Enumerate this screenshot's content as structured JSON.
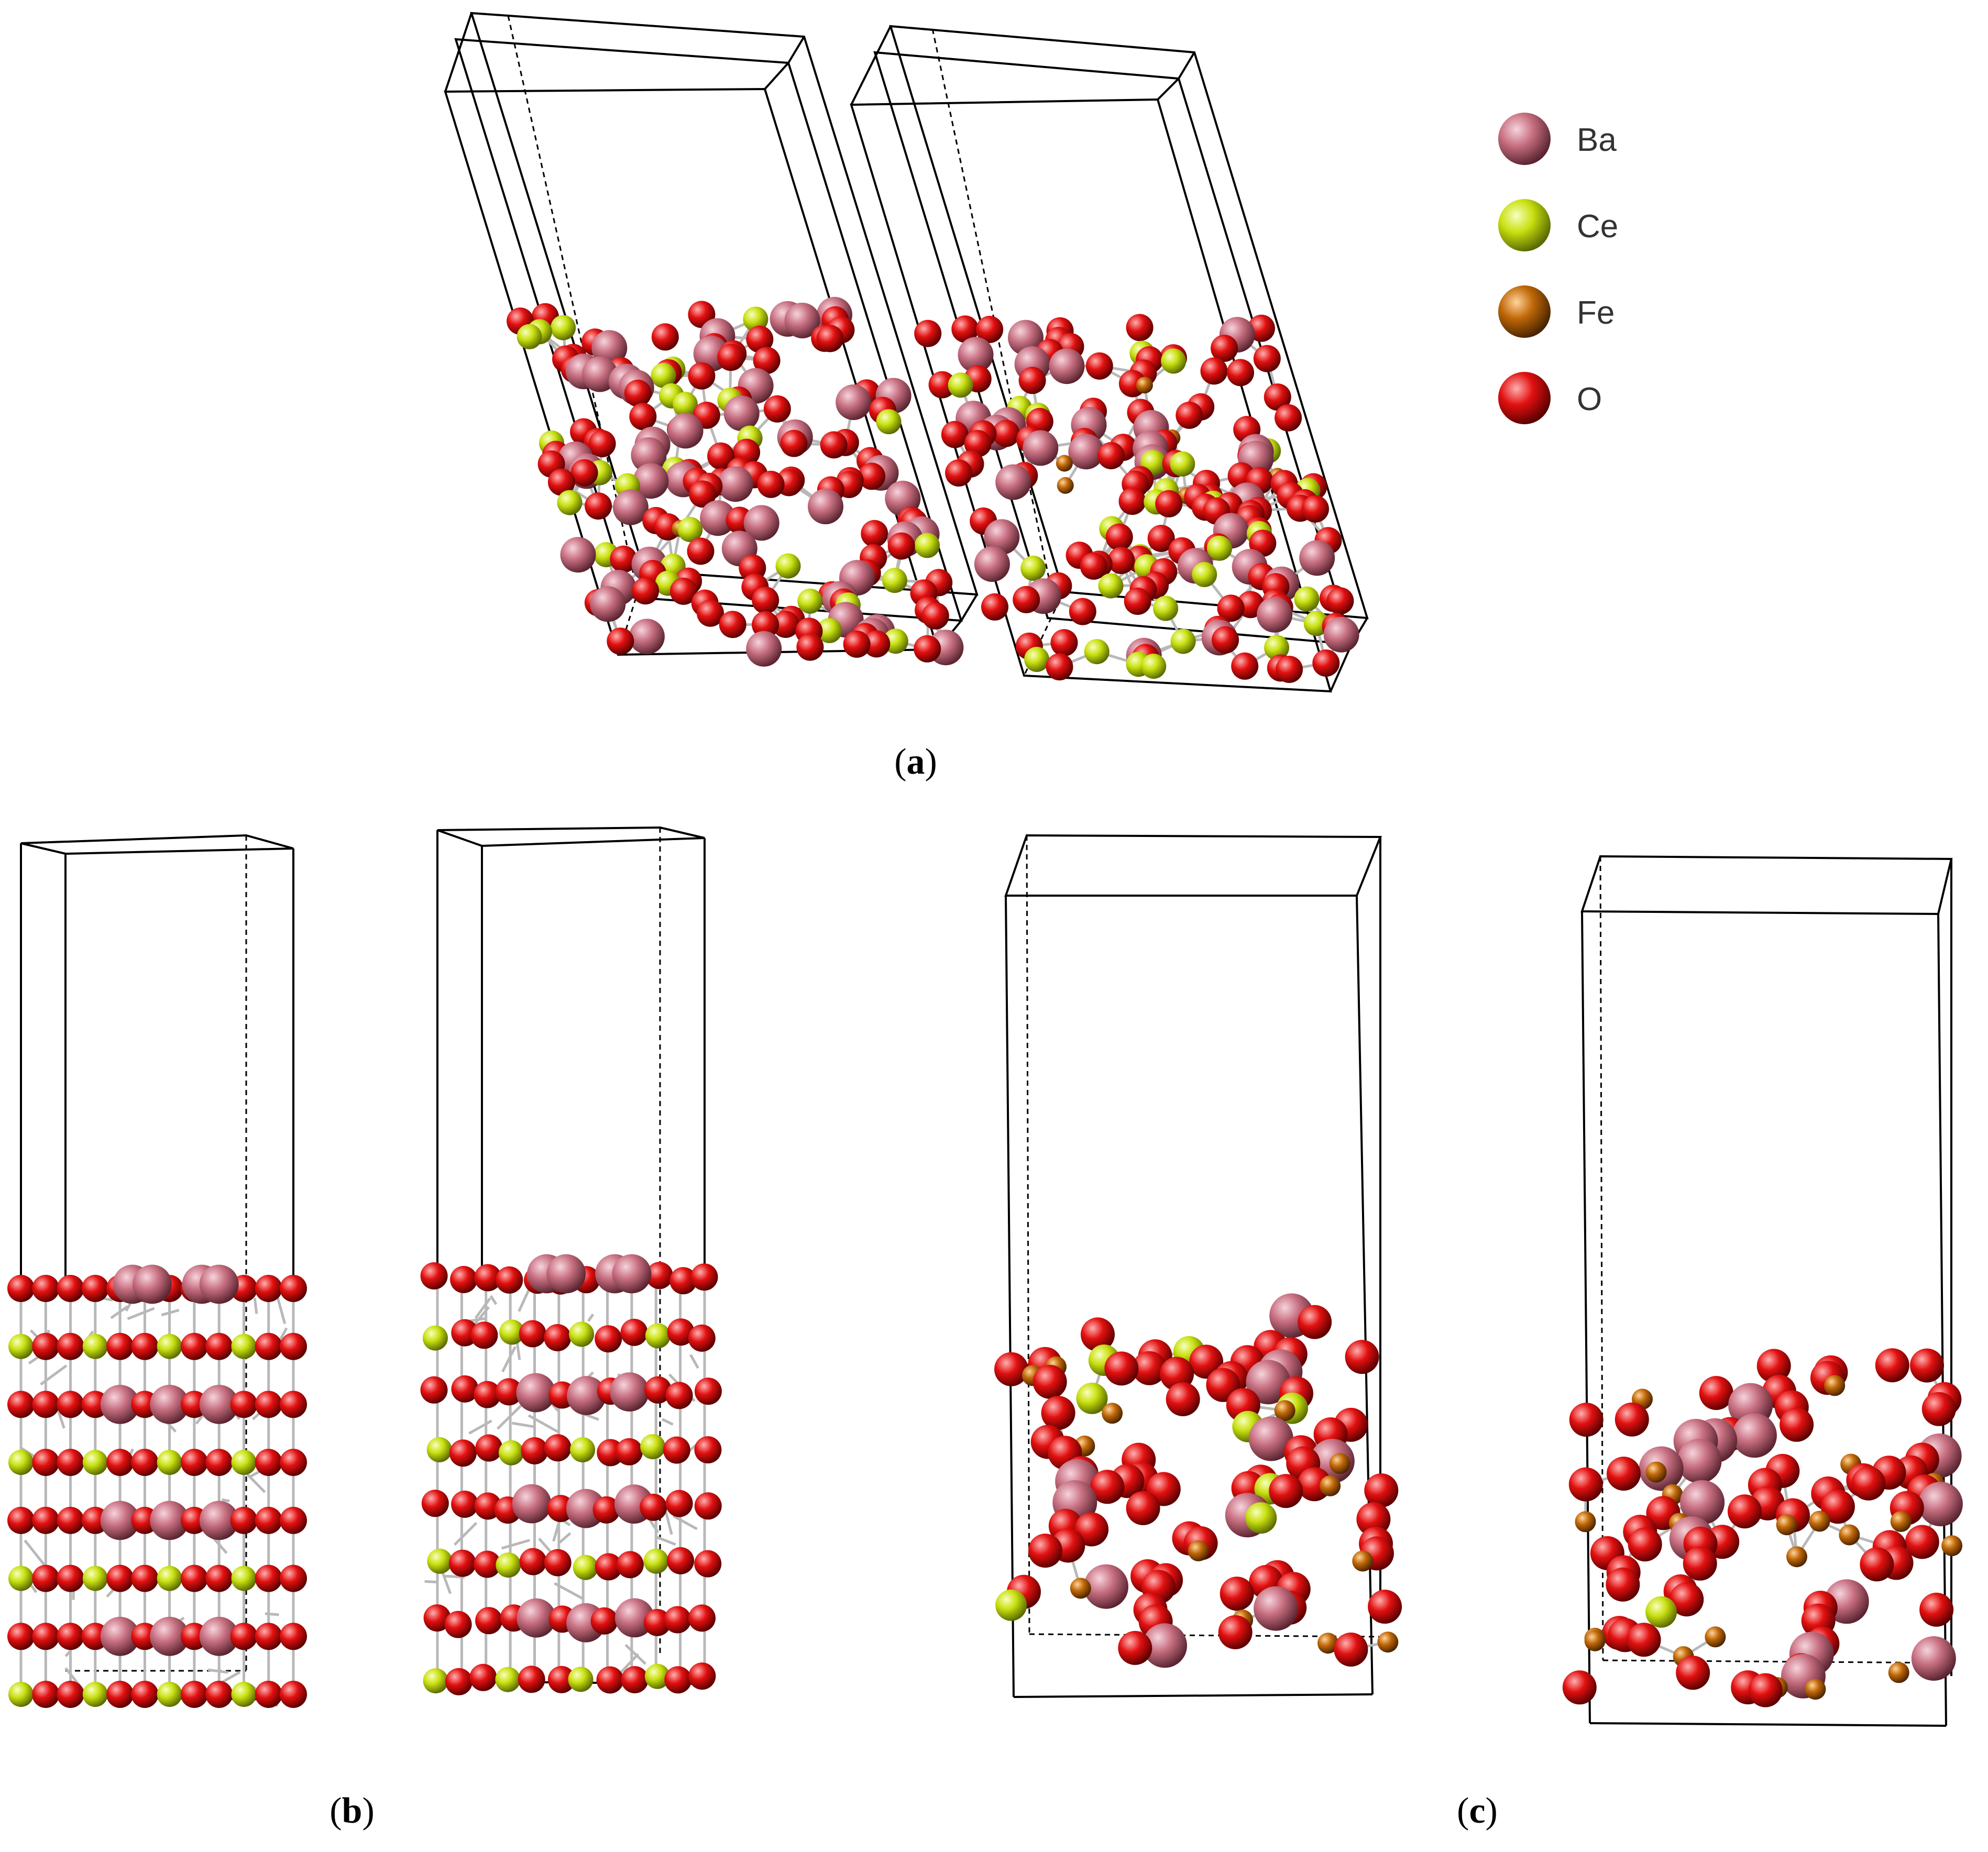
{
  "legend": {
    "items": [
      {
        "label": "Ba",
        "color": "#c87082"
      },
      {
        "label": "Ce",
        "color": "#c8e010"
      },
      {
        "label": "Fe",
        "color": "#c06808"
      },
      {
        "label": "O",
        "color": "#e21010"
      }
    ]
  },
  "panels": {
    "a": {
      "letter": "a"
    },
    "b": {
      "letter": "b"
    },
    "c": {
      "letter": "c"
    }
  },
  "colors": {
    "cell_edge": "#000000",
    "bond": "#b8b8b8",
    "background": "#ffffff"
  }
}
